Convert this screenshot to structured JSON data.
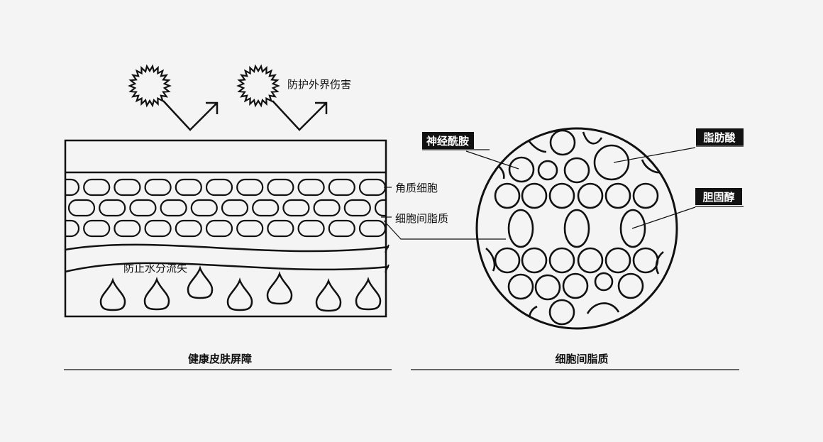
{
  "skin_barrier": {
    "labels": {
      "protect": "防护外界伤害",
      "corneocytes": "角质细胞",
      "intercellular_lipids": "细胞间脂质",
      "prevent_water_loss": "防止水分流失"
    },
    "caption": "健康皮肤屏障"
  },
  "lipid_matrix": {
    "tags": {
      "ceramide": "神经酰胺",
      "fatty_acid": "脂肪酸",
      "cholesterol": "胆固醇"
    },
    "caption": "细胞间脂质"
  },
  "colors": {
    "background": "#f4f4f4",
    "line": "#111111",
    "tag_bg": "#111111",
    "tag_text": "#ffffff"
  }
}
